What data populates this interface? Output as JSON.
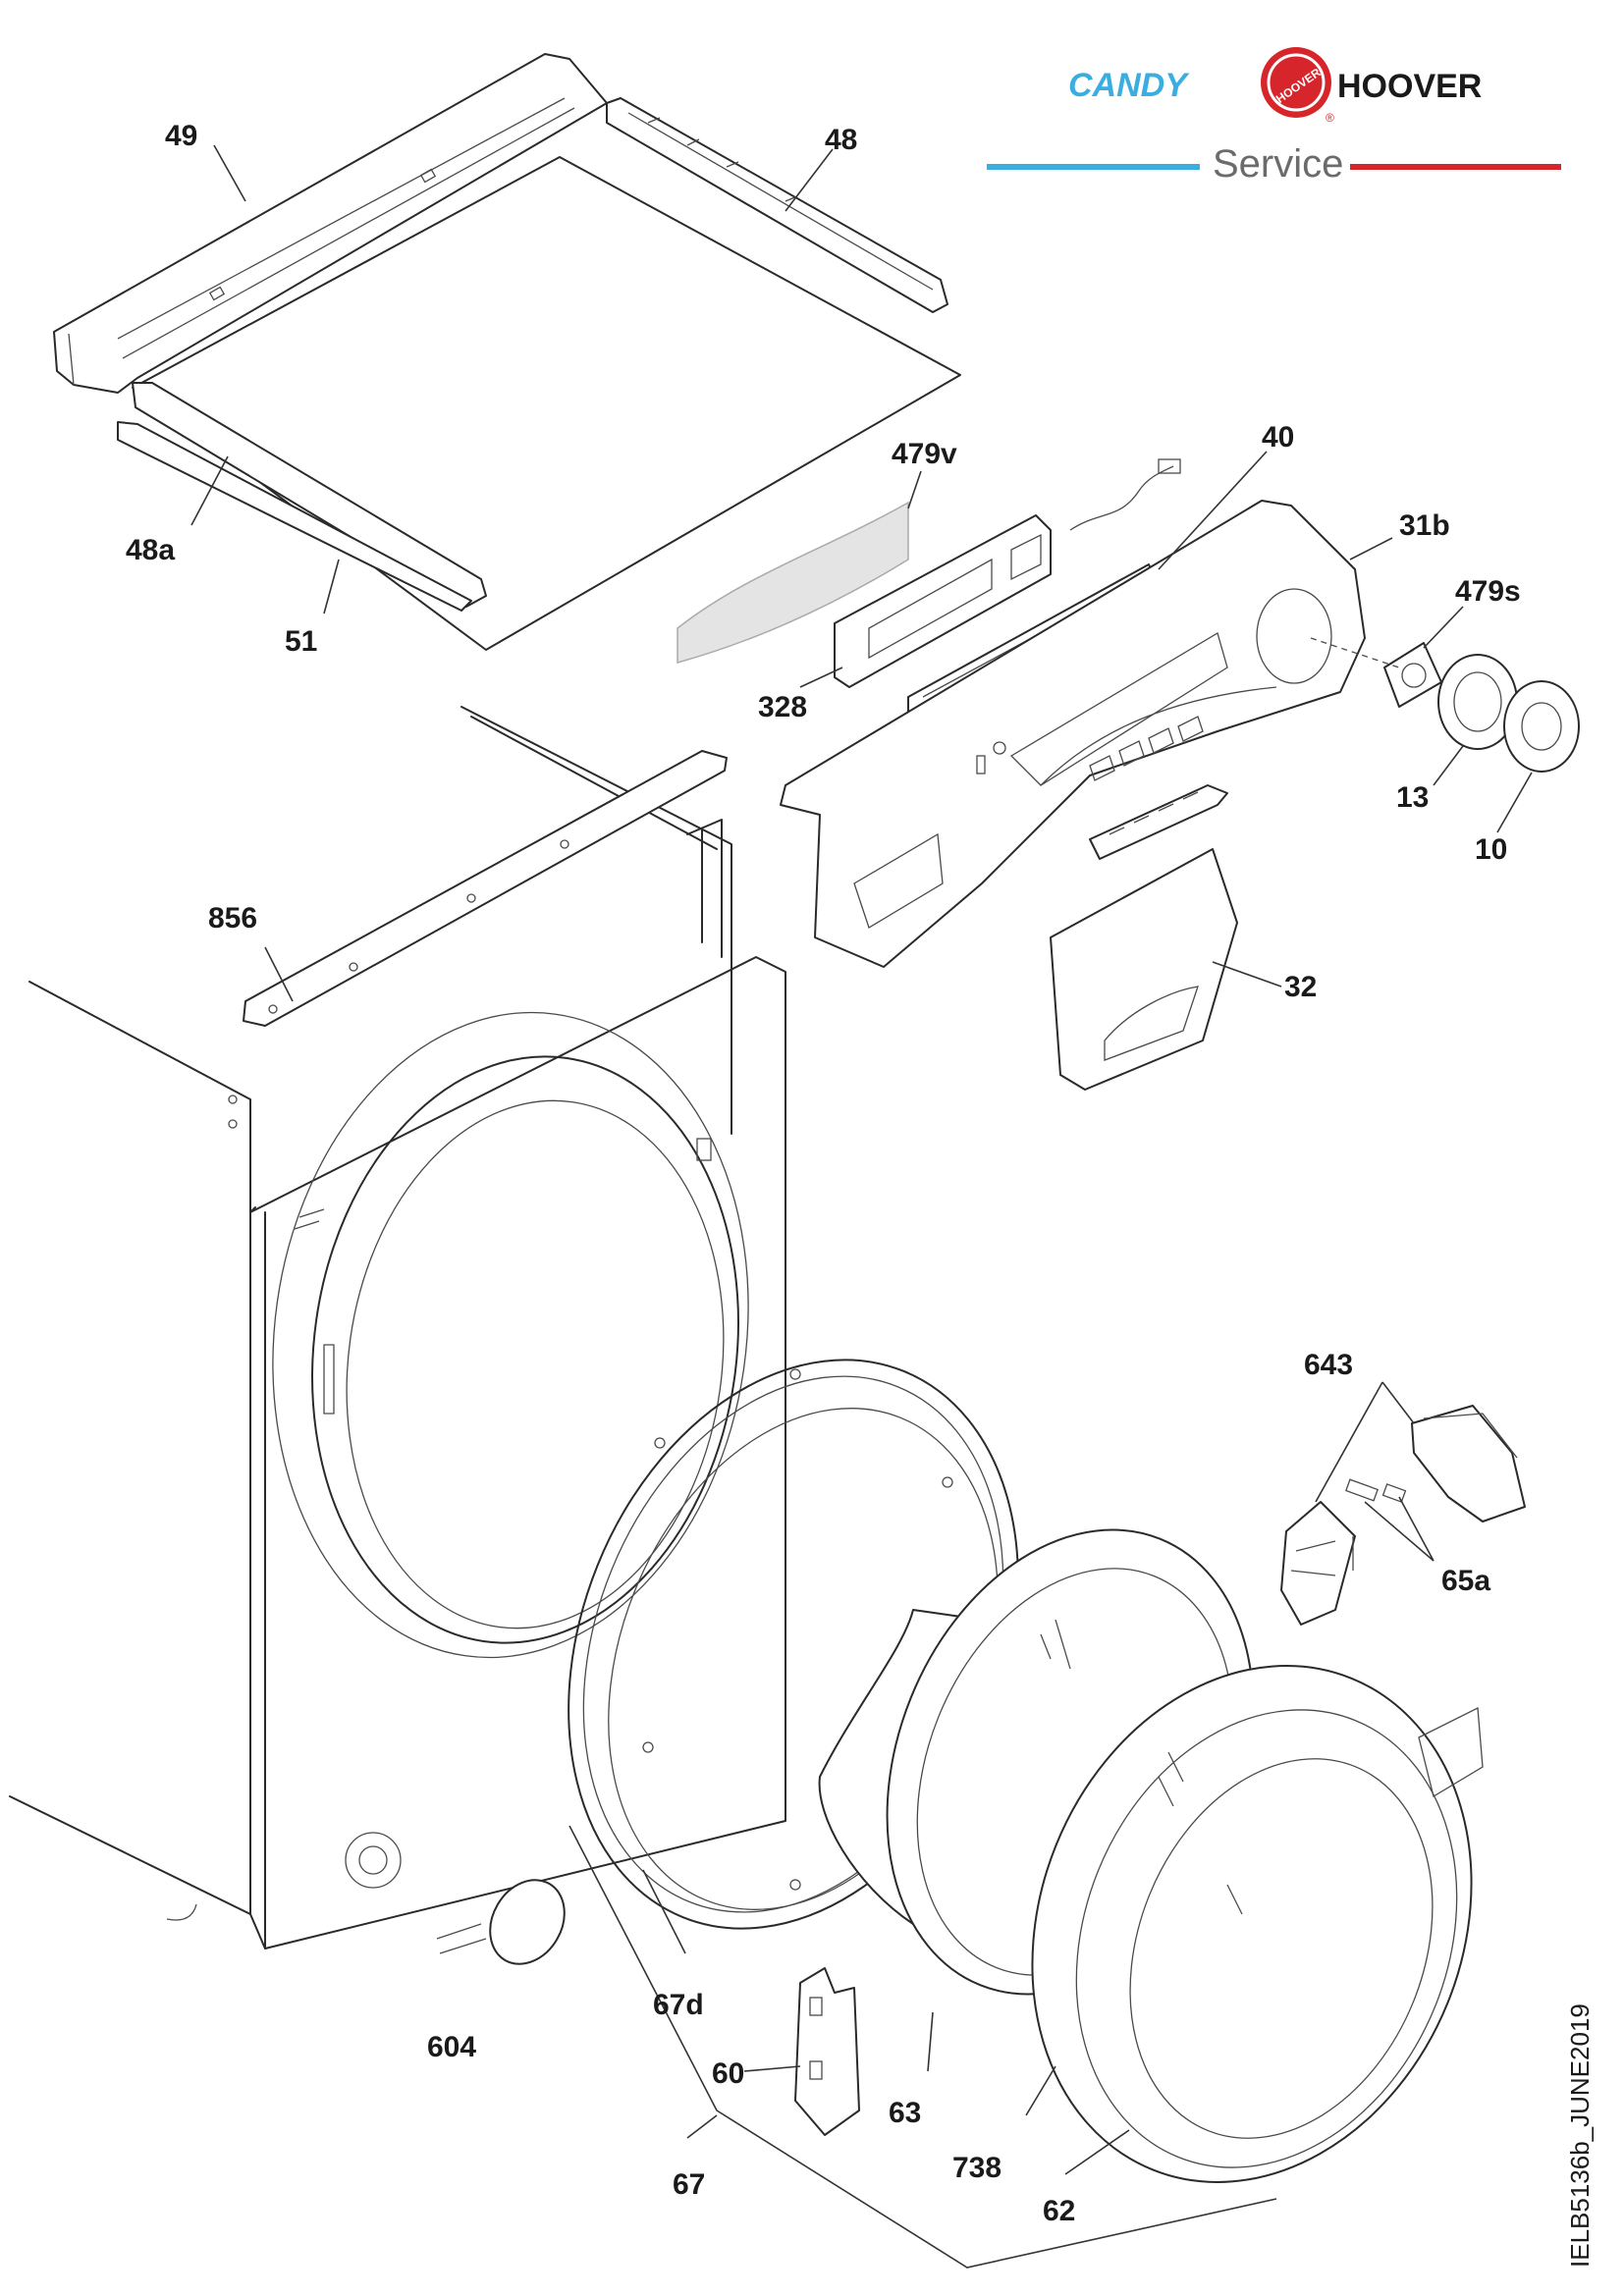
{
  "header": {
    "brand_left": "CANDY",
    "brand_right": "HOOVER",
    "badge_text": "HOOVER",
    "registered_mark": "®",
    "service_label": "Service",
    "colors": {
      "candy_blue": "#3aaee0",
      "hoover_red": "#d7262b",
      "service_gray": "#6b6b6b"
    }
  },
  "document_id": "IELB5136b_JUNE2019",
  "labels": {
    "p49": "49",
    "p48": "48",
    "p48a": "48a",
    "p51": "51",
    "p479v": "479v",
    "p40": "40",
    "p31b": "31b",
    "p479s": "479s",
    "p328": "328",
    "p13": "13",
    "p10": "10",
    "p856": "856",
    "p32": "32",
    "p643": "643",
    "p65a": "65a",
    "p67d": "67d",
    "p604": "604",
    "p60": "60",
    "p63": "63",
    "p738": "738",
    "p62": "62",
    "p67": "67"
  }
}
